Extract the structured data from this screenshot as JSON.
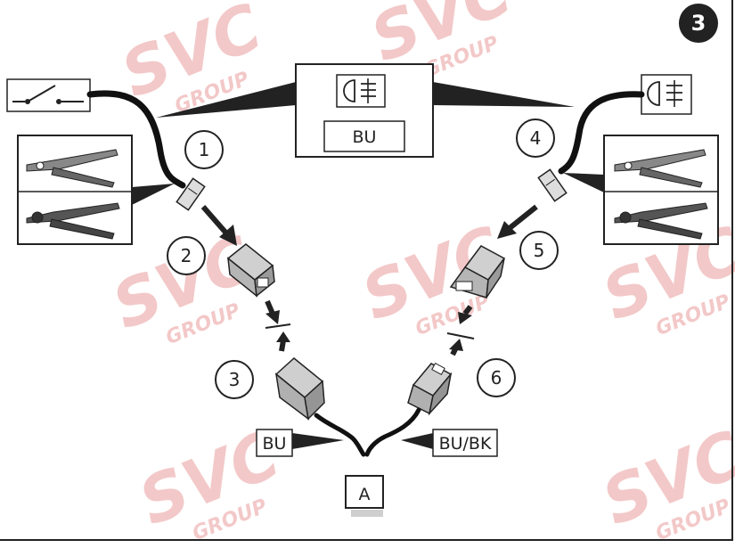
{
  "page": {
    "number": "3"
  },
  "callouts": [
    "1",
    "2",
    "3",
    "4",
    "5",
    "6"
  ],
  "wire_labels": {
    "left_wire": "BU",
    "right_wire": "BU/BK",
    "top_box": "BU"
  },
  "junction_label": "A",
  "watermark": {
    "brand": "SVC",
    "sub": "GROUP"
  },
  "icons": {
    "top_box_lamp": "fog-lamp-icon",
    "left_switch": "switch-icon",
    "right_lamp": "fog-lamp-icon",
    "crimp_tools": "crimping-pliers-icon"
  },
  "colors": {
    "line": "#222222",
    "watermark": "#f2c2c2",
    "connector": "#bcbcbc"
  }
}
